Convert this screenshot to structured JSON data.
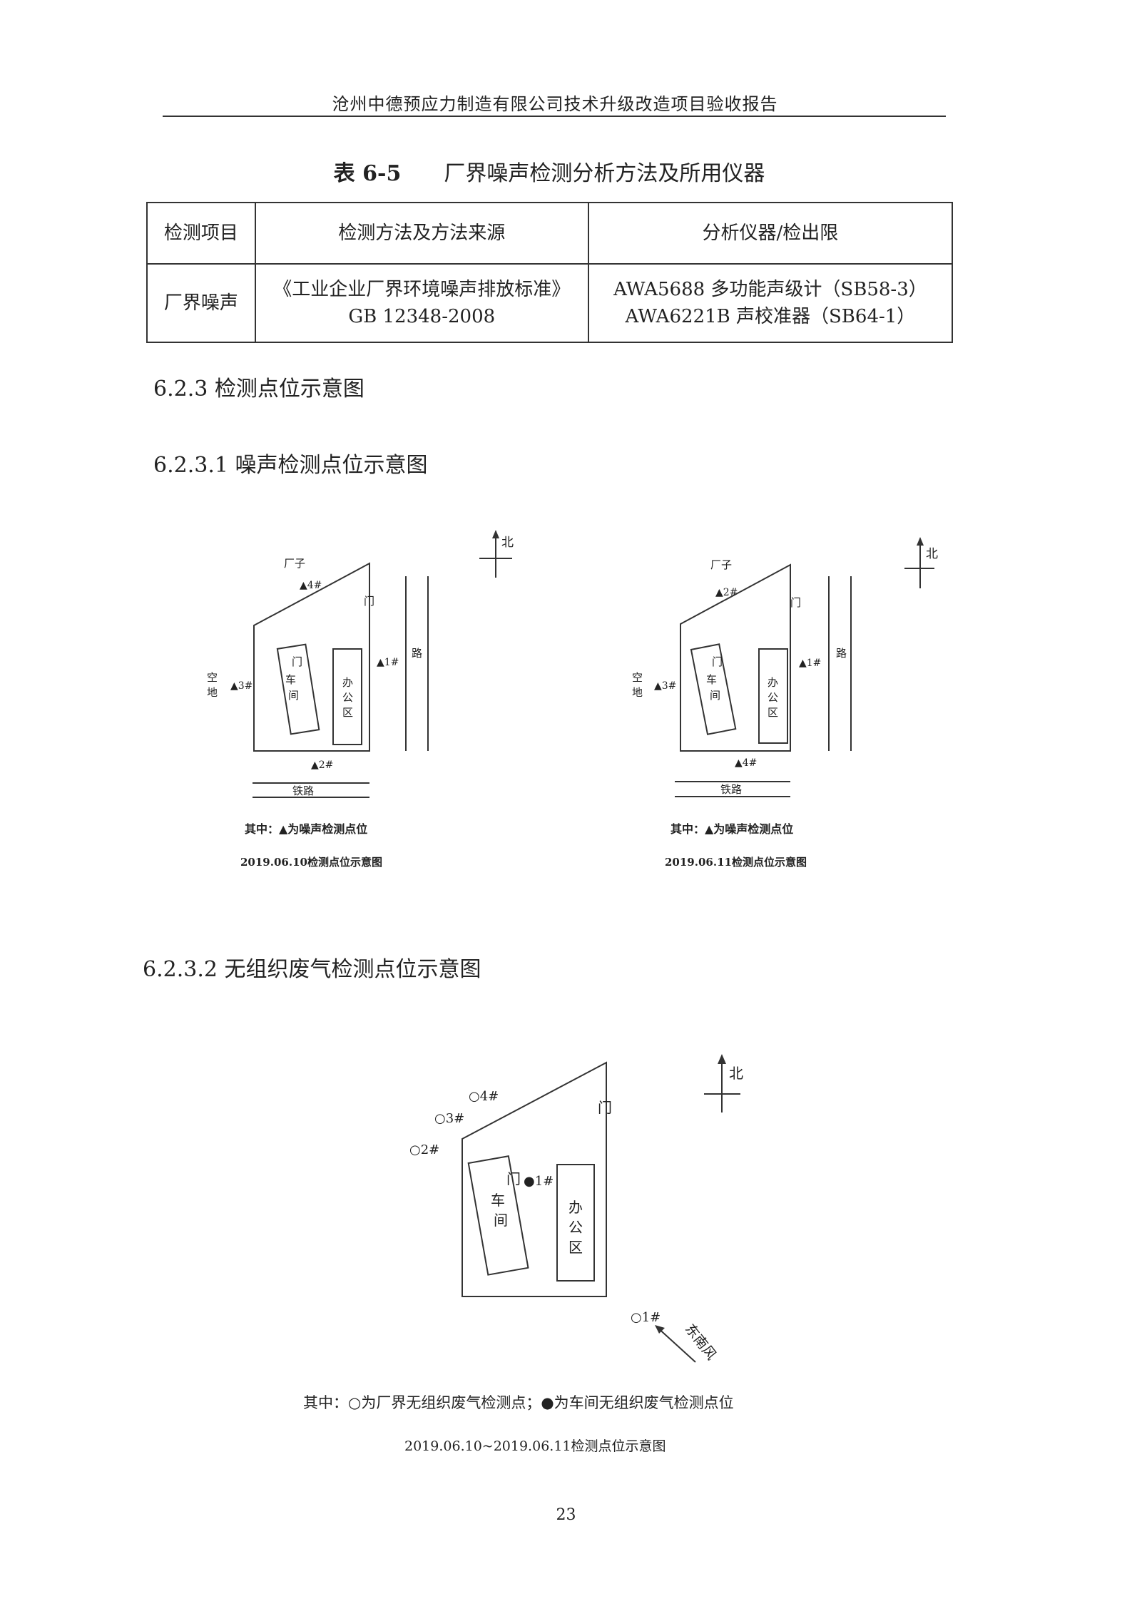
{
  "header": {
    "title": "沧州中德预应力制造有限公司技术升级改造项目验收报告"
  },
  "table": {
    "number": "表 6-5",
    "title": "厂界噪声检测分析方法及所用仪器",
    "columns": [
      "检测项目",
      "检测方法及方法来源",
      "分析仪器/检出限"
    ],
    "row": {
      "item": "厂界噪声",
      "method_line1": "《工业企业厂界环境噪声排放标准》",
      "method_line2": "GB 12348-2008",
      "instrument_line1": "AWA5688 多功能声级计（SB58-3）",
      "instrument_line2": "AWA6221B 声校准器（SB64-1）"
    }
  },
  "sections": {
    "s623": "6.2.3 检测点位示意图",
    "s6231": "6.2.3.1 噪声检测点位示意图",
    "s6232": "6.2.3.2 无组织废气检测点位示意图"
  },
  "noise_maps": [
    {
      "north": "北",
      "factory": "厂子",
      "gate": "门",
      "road": "路",
      "open_land_1": "空",
      "open_land_2": "地",
      "workshop_gate": "门",
      "workshop_1": "车",
      "workshop_2": "间",
      "office_1": "办",
      "office_2": "公",
      "office_3": "区",
      "railway": "铁路",
      "points": {
        "north": "▲4#",
        "east": "▲1#",
        "west": "▲3#",
        "south": "▲2#"
      },
      "legend": "其中：▲为噪声检测点位",
      "caption": "2019.06.10检测点位示意图"
    },
    {
      "north": "北",
      "factory": "厂子",
      "gate": "门",
      "road": "路",
      "open_land_1": "空",
      "open_land_2": "地",
      "workshop_gate": "门",
      "workshop_1": "车",
      "workshop_2": "间",
      "office_1": "办",
      "office_2": "公",
      "office_3": "区",
      "railway": "铁路",
      "points": {
        "north": "▲2#",
        "east": "▲1#",
        "west": "▲3#",
        "south": "▲4#"
      },
      "legend": "其中：▲为噪声检测点位",
      "caption": "2019.06.11检测点位示意图"
    }
  ],
  "gas_map": {
    "north": "北",
    "gate": "门",
    "workshop_gate": "门",
    "workshop_1": "车",
    "workshop_2": "间",
    "office_1": "办",
    "office_2": "公",
    "office_3": "区",
    "points": {
      "p1_workshop": "●1#",
      "p1": "○1#",
      "p2": "○2#",
      "p3": "○3#",
      "p4": "○4#"
    },
    "wind": "东南风",
    "legend": "其中：○为厂界无组织废气检测点；●为车间无组织废气检测点位",
    "caption": "2019.06.10~2019.06.11检测点位示意图"
  },
  "page_number": "23"
}
